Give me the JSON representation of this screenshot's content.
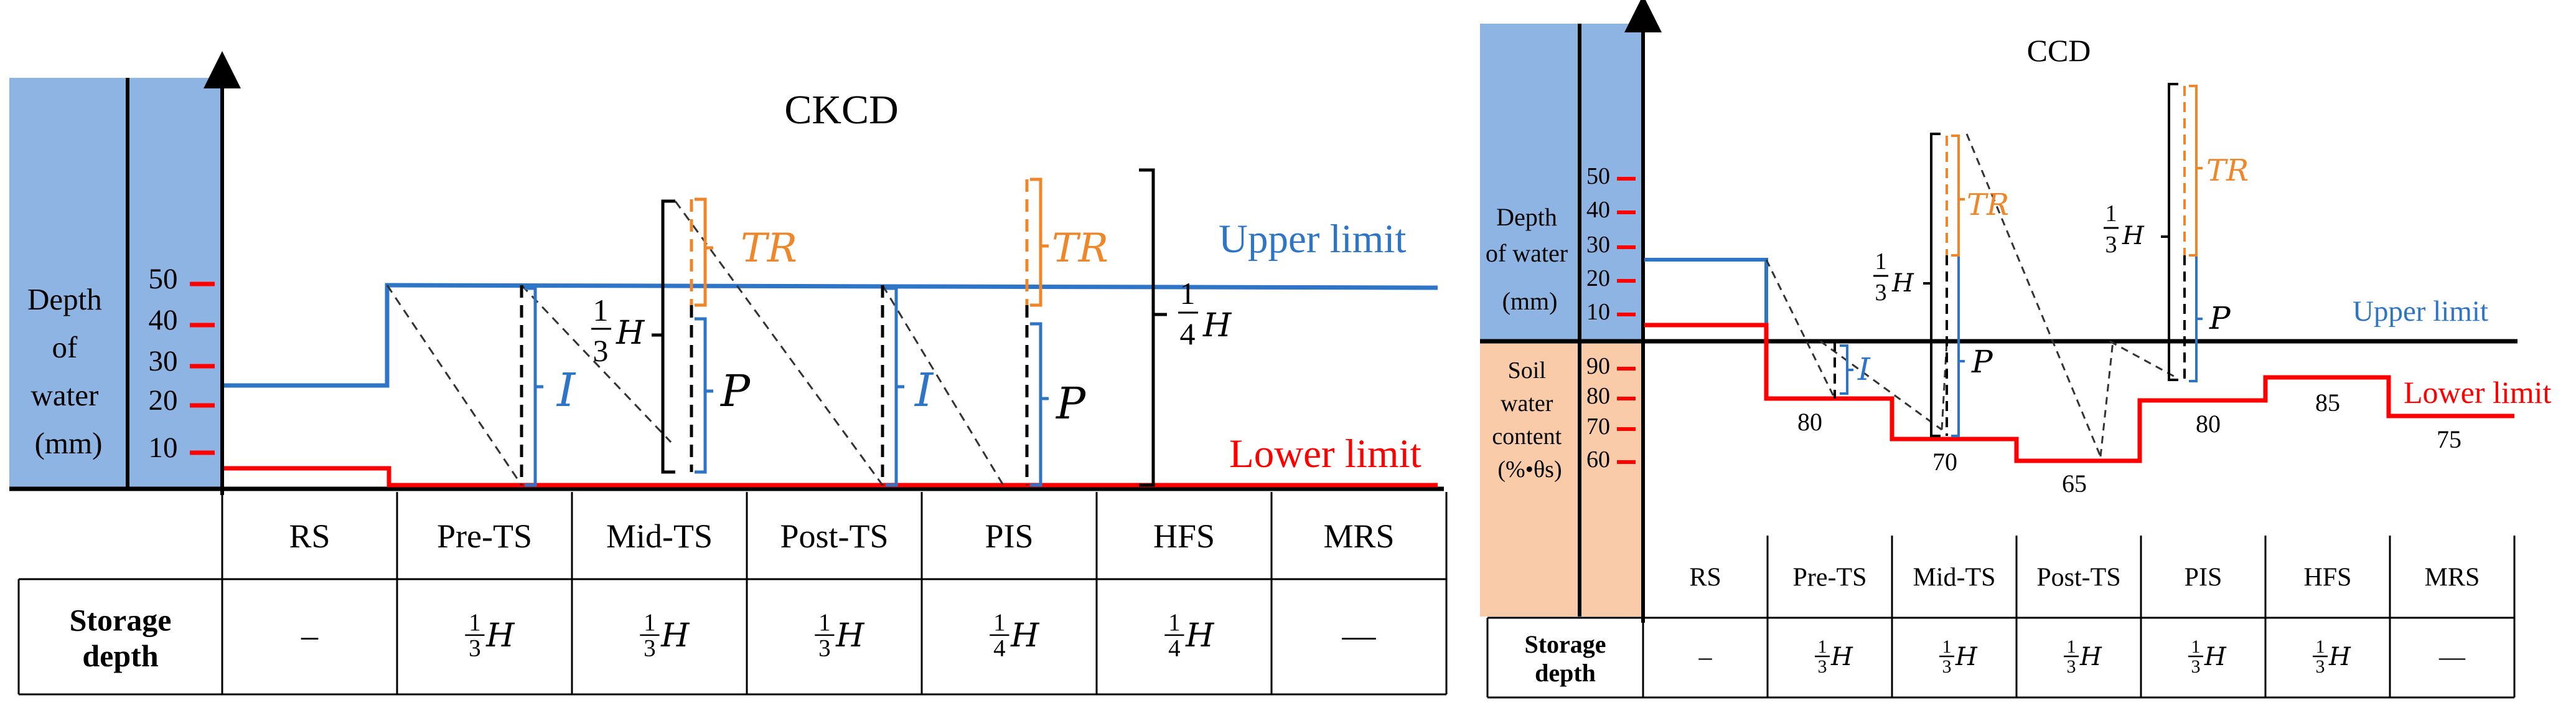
{
  "colors": {
    "water_panel": "#8eb4e3",
    "soil_panel": "#f9cba8",
    "upper_line": "#2e75c7",
    "lower_line": "#ff0000",
    "tr_bracket": "#f0862a",
    "axis": "#000000"
  },
  "stages": [
    "RS",
    "Pre-TS",
    "Mid-TS",
    "Post-TS",
    "PIS",
    "HFS",
    "MRS"
  ],
  "ckcd": {
    "title": "CKCD",
    "axis_label_lines": [
      "Depth",
      "of",
      "water",
      "(mm)"
    ],
    "ticks": [
      "50",
      "40",
      "30",
      "20",
      "10"
    ],
    "upper_limit_label": "Upper limit",
    "lower_limit_label": "Lower limit",
    "labels": {
      "tr1": "TR",
      "tr2": "TR",
      "p1": "P",
      "p2": "P",
      "i1": "I",
      "i2": "I",
      "frac_num": "1",
      "frac_den_third": "3",
      "frac_den_quarter": "4",
      "h": "H"
    },
    "storage_row_label_lines": [
      "Storage",
      "depth"
    ],
    "storage_values": [
      {
        "kind": "dash",
        "text": "–"
      },
      {
        "kind": "frac",
        "num": "1",
        "den": "3",
        "var": "H"
      },
      {
        "kind": "frac",
        "num": "1",
        "den": "3",
        "var": "H"
      },
      {
        "kind": "frac",
        "num": "1",
        "den": "3",
        "var": "H"
      },
      {
        "kind": "frac",
        "num": "1",
        "den": "4",
        "var": "H"
      },
      {
        "kind": "frac",
        "num": "1",
        "den": "4",
        "var": "H"
      },
      {
        "kind": "dash",
        "text": "—"
      }
    ]
  },
  "ccd": {
    "title": "CCD",
    "water_axis_label_lines": [
      "Depth",
      "of water",
      "(mm)"
    ],
    "water_ticks": [
      "50",
      "40",
      "30",
      "20",
      "10"
    ],
    "soil_axis_label_lines": [
      "Soil",
      "water",
      "content",
      "(%•θs)"
    ],
    "soil_ticks": [
      "90",
      "80",
      "70",
      "60"
    ],
    "upper_limit_label": "Upper limit",
    "lower_limit_label": "Lower limit",
    "lower_values": [
      "80",
      "70",
      "65",
      "80",
      "85",
      "75"
    ],
    "labels": {
      "tr1": "TR",
      "tr2": "TR",
      "p1": "P",
      "p2": "P",
      "i1": "I",
      "frac_num": "1",
      "frac_den": "3",
      "h": "H"
    },
    "storage_row_label_lines": [
      "Storage",
      "depth"
    ],
    "storage_values": [
      {
        "kind": "dash",
        "text": "–"
      },
      {
        "kind": "frac",
        "num": "1",
        "den": "3",
        "var": "H"
      },
      {
        "kind": "frac",
        "num": "1",
        "den": "3",
        "var": "H"
      },
      {
        "kind": "frac",
        "num": "1",
        "den": "3",
        "var": "H"
      },
      {
        "kind": "frac",
        "num": "1",
        "den": "3",
        "var": "H"
      },
      {
        "kind": "frac",
        "num": "1",
        "den": "3",
        "var": "H"
      },
      {
        "kind": "dash",
        "text": "—"
      }
    ]
  }
}
